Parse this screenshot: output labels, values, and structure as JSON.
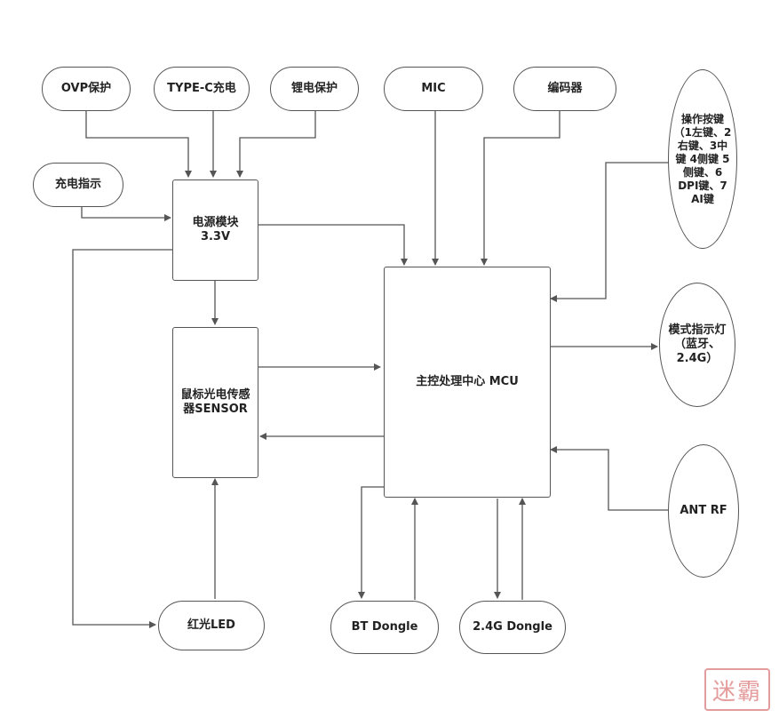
{
  "nodes": {
    "ovp": "OVP保护",
    "typec": "TYPE-C充电",
    "lithium": "锂电保护",
    "mic": "MIC",
    "encoder": "编码器",
    "charge_indicator": "充电指示",
    "power_module": "电源模块\n3.3V",
    "buttons": "操作按键\n（1左键、2\n右键、3中\n键 4侧键 5\n侧键、6\nDPI键、7\nAI键",
    "sensor": "鼠标光电传感\n器SENSOR",
    "mcu": "主控处理中心 MCU",
    "mode_led": "模式指示灯\n（蓝牙、\n2.4G）",
    "ant": "ANT  RF",
    "red_led": "红光LED",
    "bt_dongle": "BT Dongle",
    "g24_dongle": "2.4G Dongle"
  },
  "watermark": "迷霸",
  "colors": {
    "line": "#555555",
    "watermark": "#e49c9c"
  }
}
